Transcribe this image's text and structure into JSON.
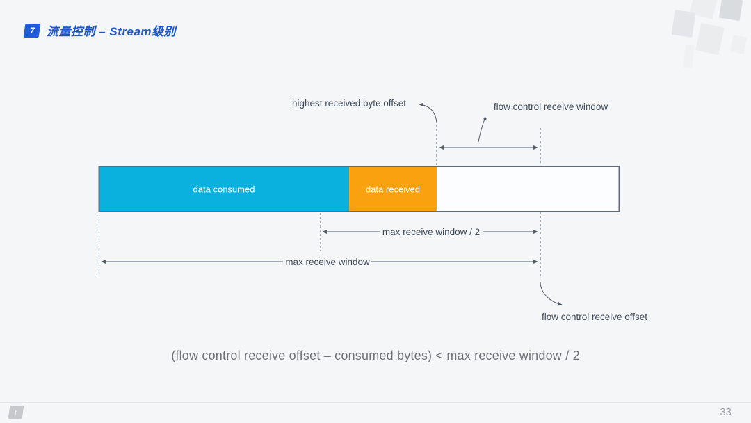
{
  "slide": {
    "section_badge": "7",
    "title": "流量控制 – Stream级别",
    "formula": "(flow control receive offset – consumed bytes) < max receive window / 2",
    "footer_logo_glyph": "↑",
    "page_number": "33"
  },
  "diagram": {
    "bar_segments": [
      {
        "label": "data consumed",
        "color": "#0ab1de"
      },
      {
        "label": "data received",
        "color": "#f9a10e"
      },
      {
        "label": "",
        "color": "#fcfdfe"
      }
    ],
    "labels": {
      "highest_received_byte_offset": "highest received byte offset",
      "flow_control_receive_window": "flow control receive window",
      "max_receive_window_half": "max receive window / 2",
      "max_receive_window": "max receive window",
      "flow_control_receive_offset": "flow control receive offset"
    }
  },
  "colors": {
    "title_blue": "#1b57cf",
    "consumed_cyan": "#0ab1de",
    "received_orange": "#f9a10e",
    "bar_border": "#5f6b78",
    "annotation_line": "#4e5a68",
    "annotation_text": "#3d4a59",
    "formula_gray": "#6f7377",
    "background": "#f5f6f7"
  }
}
